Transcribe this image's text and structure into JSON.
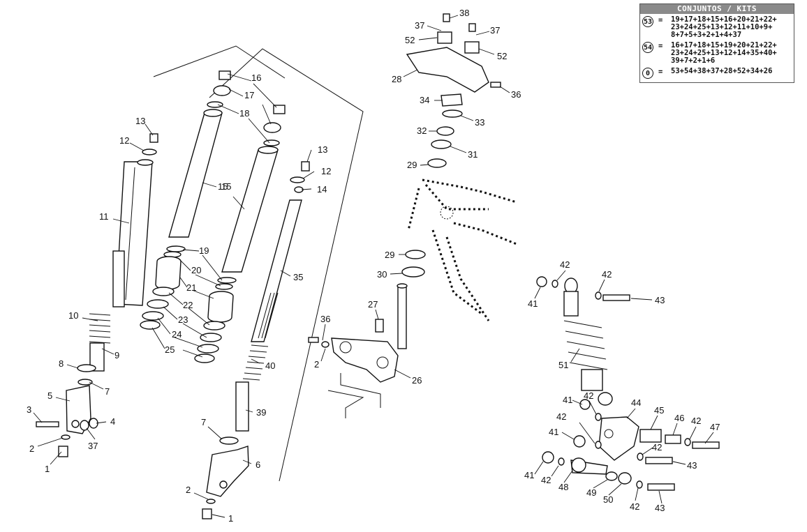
{
  "kits": {
    "title": "CONJUNTOS / KITS",
    "rows": [
      {
        "id": "53",
        "eq": "=",
        "text": "19+17+18+15+16+20+21+22+ 23+24+25+13+12+11+10+9+ 8+7+5+3+2+1+4+37"
      },
      {
        "id": "54",
        "eq": "=",
        "text": "16+17+18+15+19+20+21+22+ 23+24+25+13+12+14+35+40+ 39+7+2+1+6"
      },
      {
        "id": "0",
        "eq": "=",
        "text": "53+54+38+37+28+52+34+26"
      }
    ]
  },
  "callouts": [
    {
      "text": "1"
    },
    {
      "text": "2"
    },
    {
      "text": "3"
    },
    {
      "text": "4"
    },
    {
      "text": "5"
    },
    {
      "text": "7"
    },
    {
      "text": "37"
    },
    {
      "text": "8"
    },
    {
      "text": "9"
    },
    {
      "text": "10"
    },
    {
      "text": "11"
    },
    {
      "text": "12"
    },
    {
      "text": "13"
    },
    {
      "text": "16"
    },
    {
      "text": "17"
    },
    {
      "text": "18"
    },
    {
      "text": "15"
    },
    {
      "text": "15"
    },
    {
      "text": "19"
    },
    {
      "text": "20"
    },
    {
      "text": "21"
    },
    {
      "text": "22"
    },
    {
      "text": "23"
    },
    {
      "text": "24"
    },
    {
      "text": "25"
    },
    {
      "text": "13"
    },
    {
      "text": "12"
    },
    {
      "text": "14"
    },
    {
      "text": "35"
    },
    {
      "text": "40"
    },
    {
      "text": "39"
    },
    {
      "text": "7"
    },
    {
      "text": "6"
    },
    {
      "text": "2"
    },
    {
      "text": "1"
    },
    {
      "text": "38"
    },
    {
      "text": "37"
    },
    {
      "text": "37"
    },
    {
      "text": "52"
    },
    {
      "text": "52"
    },
    {
      "text": "28"
    },
    {
      "text": "36"
    },
    {
      "text": "34"
    },
    {
      "text": "33"
    },
    {
      "text": "32"
    },
    {
      "text": "31"
    },
    {
      "text": "29"
    },
    {
      "text": "29"
    },
    {
      "text": "30"
    },
    {
      "text": "27"
    },
    {
      "text": "36"
    },
    {
      "text": "2"
    },
    {
      "text": "26"
    },
    {
      "text": "42"
    },
    {
      "text": "42"
    },
    {
      "text": "41"
    },
    {
      "text": "43"
    },
    {
      "text": "51"
    },
    {
      "text": "41"
    },
    {
      "text": "42"
    },
    {
      "text": "44"
    },
    {
      "text": "45"
    },
    {
      "text": "46"
    },
    {
      "text": "42"
    },
    {
      "text": "47"
    },
    {
      "text": "42"
    },
    {
      "text": "41"
    },
    {
      "text": "42"
    },
    {
      "text": "43"
    },
    {
      "text": "41"
    },
    {
      "text": "42"
    },
    {
      "text": "48"
    },
    {
      "text": "49"
    },
    {
      "text": "50"
    },
    {
      "text": "42"
    },
    {
      "text": "43"
    }
  ]
}
